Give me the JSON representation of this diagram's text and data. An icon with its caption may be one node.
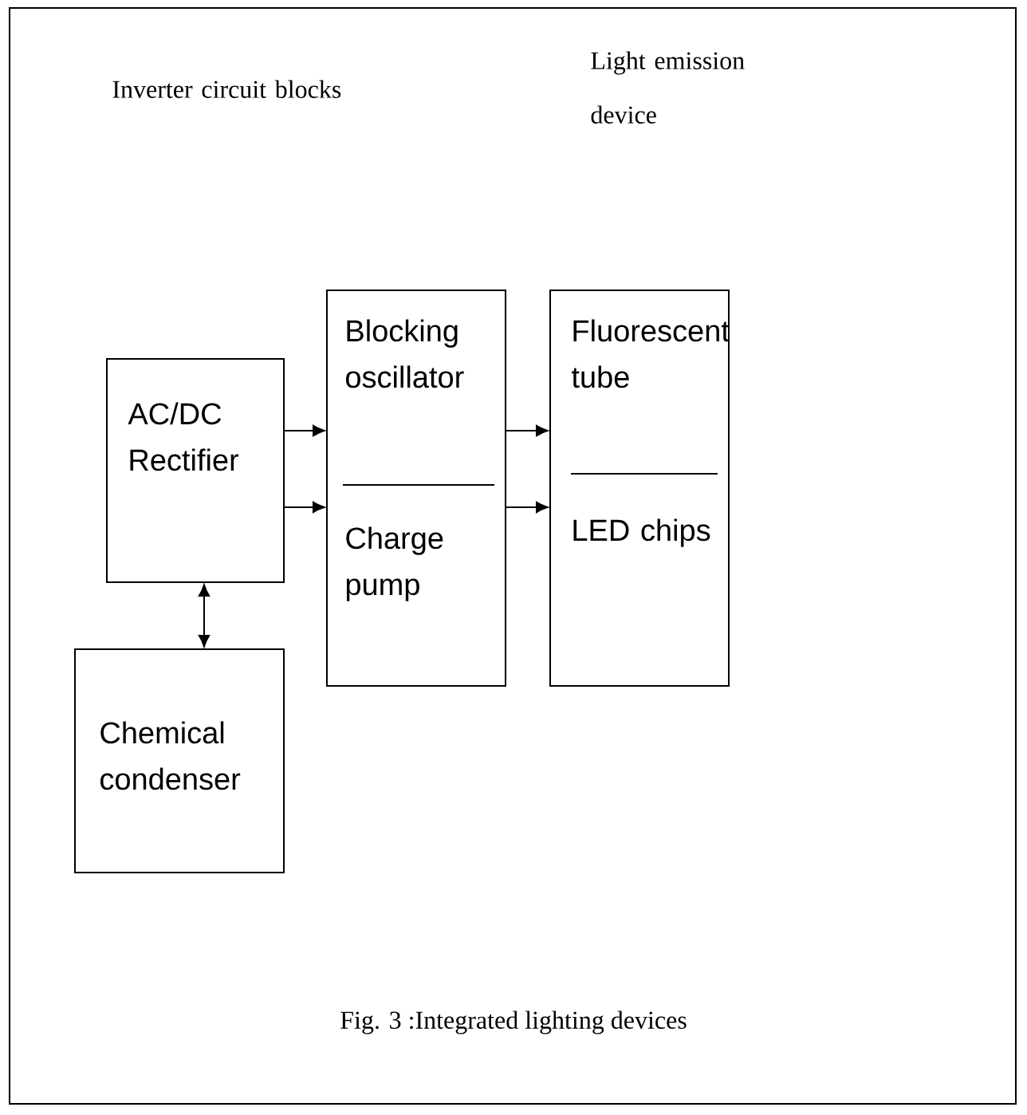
{
  "diagram": {
    "caption": "Fig. 3 :Integrated lighting devices",
    "nodes": [
      {
        "text": [
          "AC/DC Rectifier"
        ]
      },
      {
        "text": [
          "Chemical condenser"
        ]
      },
      {
        "text": [],
        "shape": "box"
      },
      {
        "text": [
          "Blocking oscillator"
        ],
        "in": 2
      },
      {
        "text": [
          "Charge pump"
        ],
        "in": 2
      },
      {
        "text": [],
        "shape": "box"
      },
      {
        "text": [
          "Fluorescent tube"
        ],
        "in": 5
      },
      {
        "text": [
          "LED chips"
        ],
        "in": 5
      }
    ],
    "edges": [
      {
        "from": 0,
        "to": 3,
        "arrow": "to"
      },
      {
        "from": 0,
        "to": 4,
        "arrow": "to"
      },
      {
        "from": 0,
        "to": 1,
        "arrow": "both"
      },
      {
        "from": 3,
        "to": 6,
        "arrow": "to"
      },
      {
        "from": 4,
        "to": 7,
        "arrow": "to"
      }
    ],
    "labels": [
      "Inverter circuit blocks",
      "Light emission device"
    ]
  }
}
